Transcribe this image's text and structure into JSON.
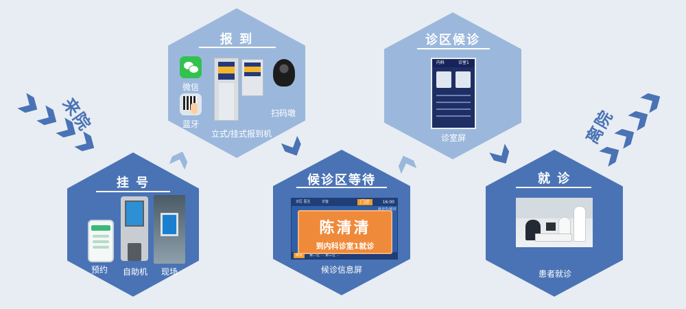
{
  "steps": {
    "guahao": {
      "title": "挂 号",
      "captions": [
        "预约",
        "自助机",
        "现场"
      ]
    },
    "baodao": {
      "title": "报 到",
      "captions": [
        "微信",
        "蓝牙",
        "立式/挂式报到机",
        "扫码墩"
      ]
    },
    "houzhenqu": {
      "title": "候诊区等待",
      "caption": "候诊信息屏"
    },
    "zhenqu": {
      "title": "诊区候诊",
      "caption": "诊室屏"
    },
    "jiuzhen": {
      "title": "就 诊",
      "caption": "患者就诊"
    }
  },
  "flow_labels": {
    "in": "来院",
    "out": "离院"
  },
  "waiting_screen": {
    "tab": "门诊",
    "clock": "16:00",
    "columns": [
      "诊区 医生",
      "诊室",
      "就诊中/候诊患者"
    ],
    "patient_name": "陈清清",
    "instruction": "到内科诊室1就诊",
    "footer_tag": "候诊",
    "footer_text": "第二位 ... 第三位 ..."
  },
  "doctor_screen": {
    "dept": "内科",
    "room": "诊室1"
  },
  "colors": {
    "dark_blue": "#4a73b5",
    "light_blue": "#9bb8dc",
    "orange": "#ef8a3b",
    "background": "#e8edf3"
  }
}
